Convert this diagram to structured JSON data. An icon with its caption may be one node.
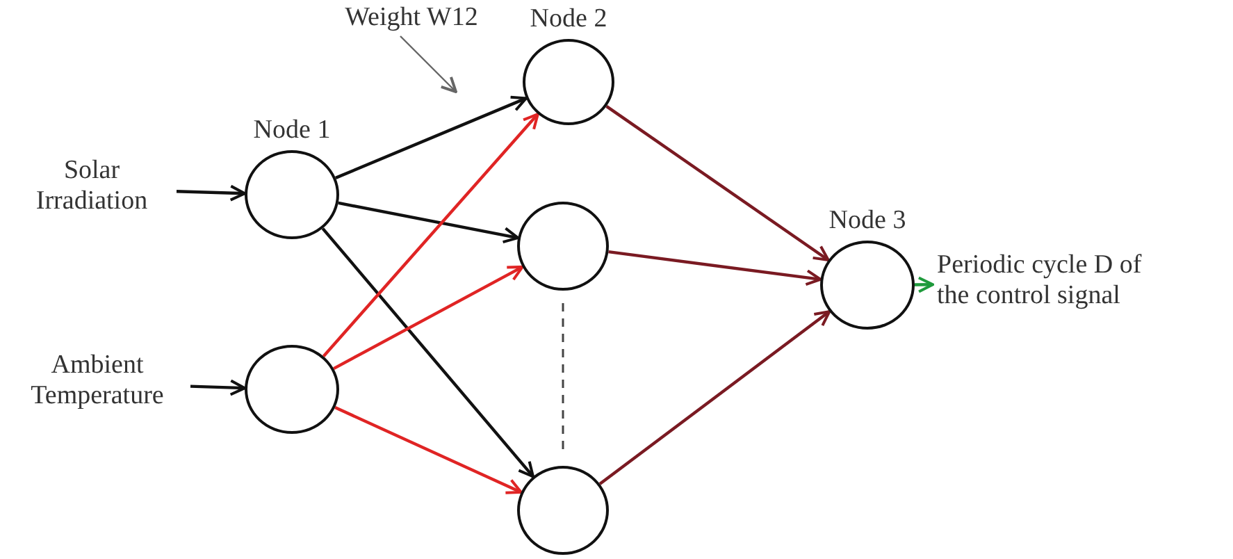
{
  "diagram": {
    "nodes": [
      {
        "text": [
          "Solar Irradiation"
        ]
      },
      {
        "text": [
          "Ambient Temperature"
        ]
      },
      {
        "text": [],
        "shape": "circle",
        "beside": [
          "Node 1"
        ]
      },
      {
        "text": [],
        "shape": "circle"
      },
      {
        "text": [],
        "shape": "circle",
        "beside": [
          "Node 2"
        ]
      },
      {
        "text": [],
        "shape": "circle"
      },
      {
        "text": [],
        "shape": "circle"
      },
      {
        "text": [],
        "shape": "circle",
        "beside": [
          "Node 3"
        ]
      },
      {
        "text": [
          "Periodic cycle D of the control signal"
        ]
      },
      {
        "text": [
          "Weight W12"
        ]
      }
    ],
    "edges": [
      {
        "from": 0,
        "to": 2,
        "arrow": "to"
      },
      {
        "from": 1,
        "to": 3,
        "arrow": "to"
      },
      {
        "from": 2,
        "to": 4,
        "arrow": "to"
      },
      {
        "from": 2,
        "to": 5,
        "arrow": "to"
      },
      {
        "from": 2,
        "to": 6,
        "arrow": "to"
      },
      {
        "from": 3,
        "to": 4,
        "arrow": "to",
        "color": "#e02424"
      },
      {
        "from": 3,
        "to": 5,
        "arrow": "to",
        "color": "#e02424"
      },
      {
        "from": 3,
        "to": 6,
        "arrow": "to",
        "color": "#e02424"
      },
      {
        "from": 4,
        "to": 7,
        "arrow": "to",
        "color": "#7a1a22"
      },
      {
        "from": 5,
        "to": 7,
        "arrow": "to",
        "color": "#7a1a22"
      },
      {
        "from": 6,
        "to": 7,
        "arrow": "to",
        "color": "#7a1a22"
      },
      {
        "from": 7,
        "to": 8,
        "arrow": "to",
        "color": "#1f9a3c"
      },
      {
        "from": 9,
        "to": null,
        "arrow": "to",
        "color": "#666666"
      }
    ]
  }
}
